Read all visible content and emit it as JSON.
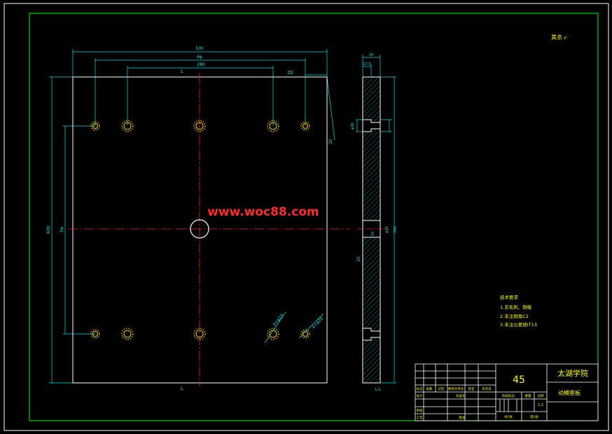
{
  "colors": {
    "background": "#000000",
    "border": "#ffffff",
    "frame": "#00ff00",
    "plate": "#ffffff",
    "dimension": "#00e5e5",
    "center_line": "#ff2020",
    "hole": "#ffd000",
    "watermark": "#ff2a2a",
    "notes": "#ffff00",
    "title_text": "#ffff00",
    "title_lines": "#ffffff"
  },
  "watermark": "www.woc88.com",
  "roughness": "其余 ⩗",
  "plan_view": {
    "dim_overall_width": "500",
    "dim_outer_hole_spacing": "4φ",
    "dim_inner_hole_spacing": "280",
    "dim_small": "20",
    "dim_right_edge": "20",
    "dim_overall_height": "600",
    "dim_hole_height": "5φ",
    "section_mark_top": "L",
    "section_mark_bottom": "L",
    "callout_1": "4×φ10",
    "callout_2": "4×φ26"
  },
  "section_view": {
    "dim_thickness": "20",
    "dim_inner": "17.5",
    "dim_hole_top": "φ36",
    "dim_center": "φ25",
    "dim_center_right": "200",
    "dim_left_label": "20",
    "dim_left_mid": "20",
    "section_label": "L-L"
  },
  "notes": {
    "title": "技术要求",
    "items": [
      "1.去毛刺、倒棱",
      "2.未注倒角C2",
      "3.未注公差按IT13"
    ]
  },
  "title_block": {
    "material": "45",
    "school": "太湖学院",
    "part_name": "动模座板",
    "header_cells": [
      "标记",
      "处数",
      "分区",
      "更改文件号",
      "签名",
      "年月日"
    ],
    "design_row": [
      "设计",
      "标准化"
    ],
    "review": "审核",
    "process": "工艺",
    "approve": "批准",
    "stage_marks": "阶段标记",
    "weight": "重量",
    "scale": "比例",
    "scale_value": "1:2",
    "sheet_total": "共1张",
    "sheet_no": "第1张"
  }
}
